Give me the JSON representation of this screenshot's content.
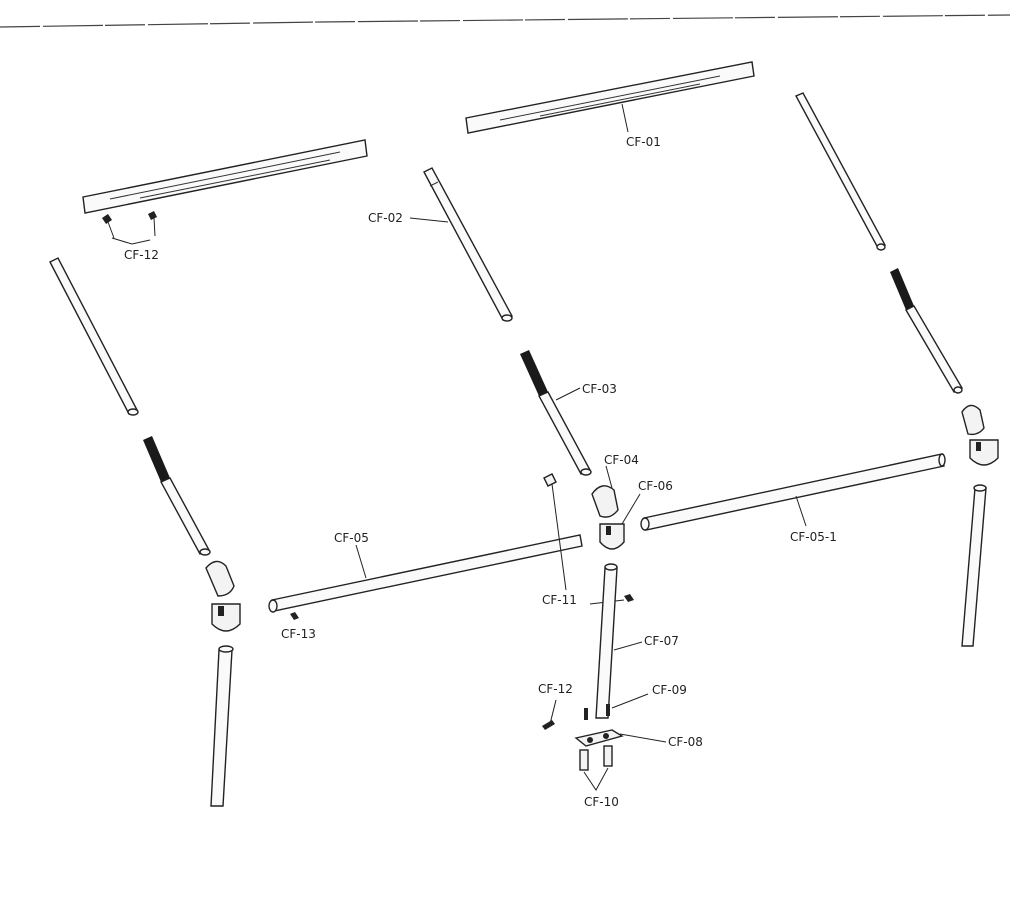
{
  "colors": {
    "line": "#222222",
    "background": "#ffffff"
  },
  "labels": {
    "cf01": "CF-01",
    "cf02": "CF-02",
    "cf03": "CF-03",
    "cf04": "CF-04",
    "cf05": "CF-05",
    "cf05_1": "CF-05-1",
    "cf06": "CF-06",
    "cf07": "CF-07",
    "cf08": "CF-08",
    "cf09": "CF-09",
    "cf10": "CF-10",
    "cf11": "CF-11",
    "cf12_top": "CF-12",
    "cf12_bottom": "CF-12",
    "cf13": "CF-13"
  }
}
